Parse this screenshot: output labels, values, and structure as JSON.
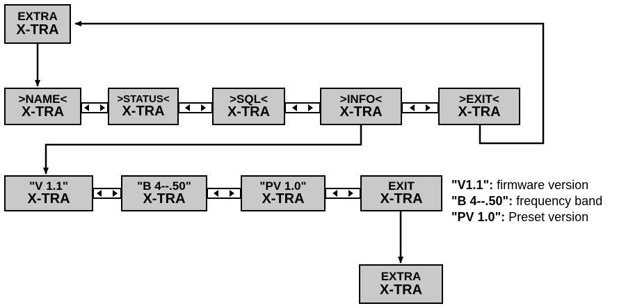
{
  "boxes": {
    "extra_top": {
      "line1": "EXTRA",
      "line2": "X-TRA"
    },
    "name": {
      "line1": ">NAME<",
      "line2": "X-TRA"
    },
    "status": {
      "line1": ">STATUS<",
      "line2": "X-TRA"
    },
    "sql": {
      "line1": ">SQL<",
      "line2": "X-TRA"
    },
    "info": {
      "line1": ">INFO<",
      "line2": "X-TRA"
    },
    "exit_menu": {
      "line1": ">EXIT<",
      "line2": "X-TRA"
    },
    "version": {
      "line1": "\"V 1.1\"",
      "line2": "X-TRA"
    },
    "band": {
      "line1": "\"B 4--.50\"",
      "line2": "X-TRA"
    },
    "preset": {
      "line1": "\"PV 1.0\"",
      "line2": "X-TRA"
    },
    "exit_info": {
      "line1": "EXIT",
      "line2": "X-TRA"
    },
    "extra_bottom": {
      "line1": "EXTRA",
      "line2": "X-TRA"
    }
  },
  "legend": [
    {
      "key": "\"V1.1\":",
      "desc": " firmware version"
    },
    {
      "key": "\"B 4--.50\":",
      "desc": " frequency band"
    },
    {
      "key": "\"PV 1.0\":",
      "desc": " Preset version"
    }
  ],
  "colors": {
    "box_fill": "#c9c9c9",
    "stroke": "#000000"
  }
}
